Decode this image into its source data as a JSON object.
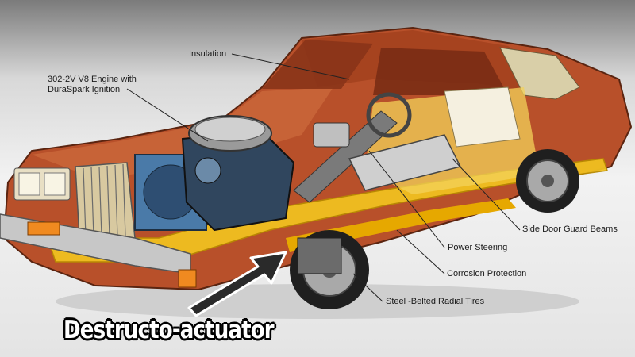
{
  "callouts": {
    "insulation": "Insulation",
    "engine_line1": "302-2V V8 Engine with",
    "engine_line2": "DuraSpark Ignition",
    "side_door": "Side Door Guard Beams",
    "power_steering": "Power Steering",
    "corrosion": "Corrosion Protection",
    "tires": "Steel -Belted Radial Tires"
  },
  "overlay": {
    "caption": "Destructo-actuator"
  },
  "colors": {
    "body_paint": "#b8502a",
    "roof_vinyl": "#d9cfa8",
    "frame_yellow": "#f0c020",
    "arrow": "#2a2a2a"
  }
}
